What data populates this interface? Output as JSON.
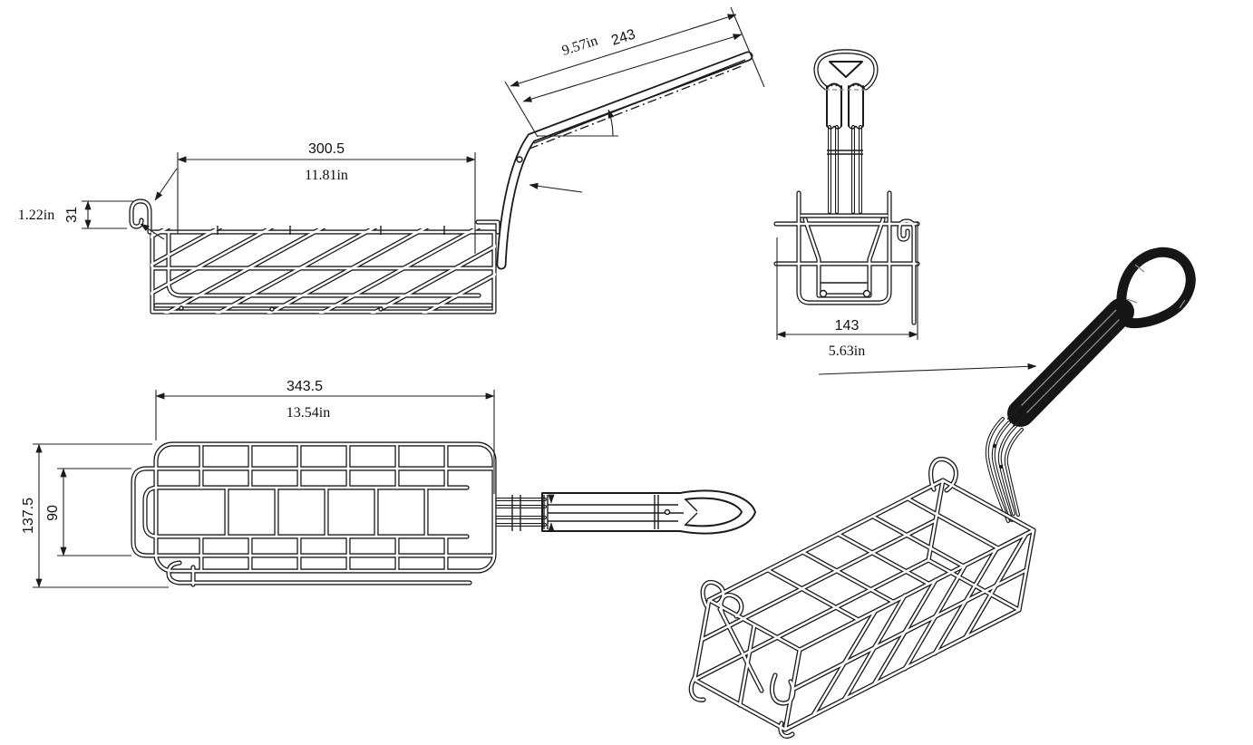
{
  "drawing": {
    "type": "technical-drawing",
    "subject": "fryer basket with hook and coated handle, four views",
    "background_color": "#ffffff",
    "line_color": "#1b1b1b",
    "handle_color": "#161616",
    "views": {
      "side": {
        "label": "side-view",
        "dimensions": {
          "basket_length_mm": "300.5",
          "basket_length_in": "11.81in",
          "hook_height_in": "1.22in",
          "hook_height_mm": "31",
          "handle_length_in": "9.57in",
          "handle_length_mm": "243"
        }
      },
      "front": {
        "label": "front-view",
        "dimensions": {
          "width_mm": "143",
          "width_in": "5.63in"
        }
      },
      "top": {
        "label": "top-view",
        "dimensions": {
          "overall_length_mm": "343.5",
          "overall_length_in": "13.54in",
          "overall_width_mm": "137.5",
          "inner_width_mm": "90"
        }
      },
      "isometric": {
        "label": "isometric-view"
      }
    }
  }
}
